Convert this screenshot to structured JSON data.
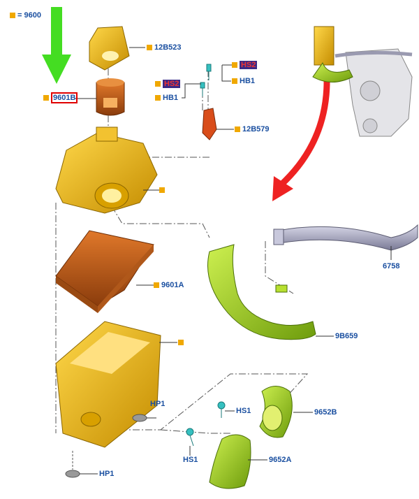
{
  "legend": {
    "symbol": "=",
    "value": "9600"
  },
  "labels": {
    "l_12B523": "12B523",
    "l_9601B": "9601B",
    "l_HS2a": "HS2",
    "l_HS2b": "HS2",
    "l_HB1a": "HB1",
    "l_HB1b": "HB1",
    "l_12B579": "12B579",
    "l_9601A": "9601A",
    "l_6758": "6758",
    "l_9B659": "9B659",
    "l_HP1a": "HP1",
    "l_HP1b": "HP1",
    "l_HS1a": "HS1",
    "l_HS1b": "HS1",
    "l_9652B": "9652B",
    "l_9652A": "9652A"
  },
  "colors": {
    "part_yellow": "#e8b400",
    "part_yellow_dark": "#b78400",
    "part_orange": "#c8661a",
    "part_red": "#d94d1a",
    "part_green": "#9ccc1c",
    "part_green_dark": "#5e8c0a",
    "pipe": "#9a9ab0",
    "fastener": "#35c0c0",
    "arrow_green": "#44dd22",
    "arrow_red": "#ee2222",
    "label_blue": "#1a4fa0",
    "square_orange": "#f0a800"
  }
}
